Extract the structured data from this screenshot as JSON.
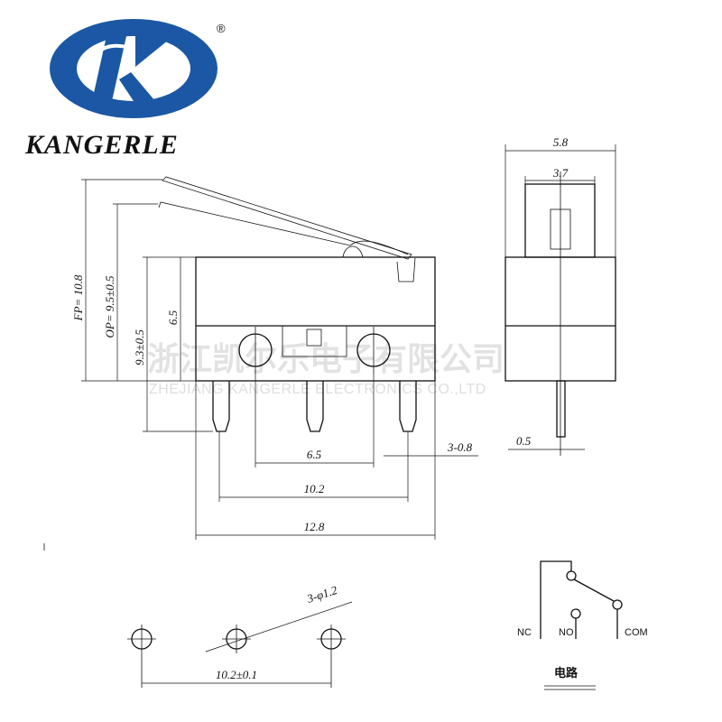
{
  "brand": {
    "name": "KANGERLE",
    "registered_mark": "®",
    "colors": {
      "logo_blue": "#1b57a4",
      "ink": "#111111"
    }
  },
  "watermark": {
    "cn": "浙江凯尔乐电子有限公司",
    "en": "ZHEJIANG KANGERLE ELECTRONICS CO.,LTD"
  },
  "side_view": {
    "fp": "FP= 10.8",
    "op": "OP= 9.5±0.5",
    "h_93": "9.3±0.5",
    "h_65": "6.5",
    "w_65": "6.5",
    "w_102": "10.2",
    "w_128": "12.8",
    "terminal": "3-0.8"
  },
  "end_view": {
    "w_58": "5.8",
    "w_37": "3.7",
    "t_05": "0.5"
  },
  "pcb_view": {
    "holes": "3-φ1.2",
    "pitch": "10.2±0.1"
  },
  "circuit": {
    "nc": "NC",
    "no": "NO",
    "com": "COM",
    "title": "电路"
  }
}
